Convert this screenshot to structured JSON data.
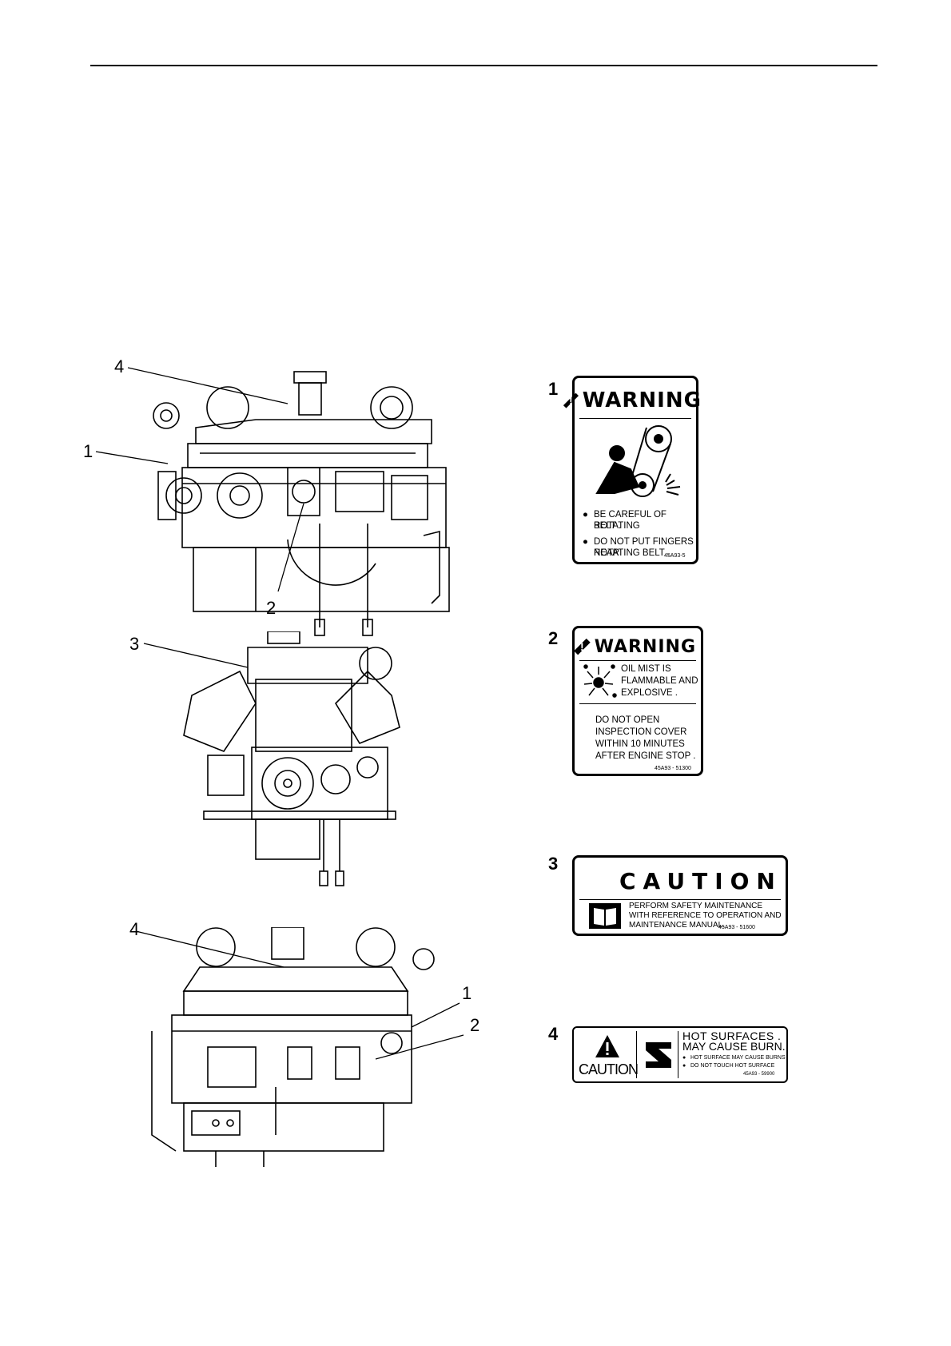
{
  "callouts": {
    "front_view": {
      "c4": "4",
      "c1": "1",
      "c2": "2"
    },
    "rear_view": {
      "c3": "3"
    },
    "side_view": {
      "c4": "4",
      "c1": "1",
      "c2": "2"
    }
  },
  "labels": [
    {
      "number": "1",
      "heading": "WARNING",
      "lines": [
        "BE CAREFUL OF ROTATING BELT .",
        "DO NOT PUT FINGERS NEAR ROTATING BELT ."
      ],
      "line1a": "BE  CAREFUL  OF  ROTATING",
      "line1b": "BELT .",
      "line2a": "DO NOT PUT FINGERS NEAR",
      "line2b": "ROTATING BELT .",
      "part_no": "45A93-5"
    },
    {
      "number": "2",
      "heading": "WARNING",
      "l1": "OIL  MIST  IS",
      "l2": "FLAMMABLE AND",
      "l3": "EXPLOSIVE .",
      "l4": "DO NOT OPEN",
      "l5": "INSPECTION COVER",
      "l6": "WITHIN  10  MINUTES",
      "l7": "AFTER ENGINE STOP .",
      "part_no": "45A93 - 51300"
    },
    {
      "number": "3",
      "heading": "CAUTION",
      "l1": "PERFORM SAFETY MAINTENANCE",
      "l2": "WITH REFERENCE TO  OPERATION AND",
      "l3": "MAINTENANCE MANUAL.",
      "part_no": "45A93 - 51600"
    },
    {
      "number": "4",
      "heading": "CAUTION",
      "l1": "HOT  SURFACES .",
      "l2": "MAY CAUSE BURN.",
      "l3": "HOT  SURFACE MAY CAUSE BURNS",
      "l4": "DO NOT TOUCH HOT SURFACE",
      "part_no": "45A93 - 59900"
    }
  ]
}
